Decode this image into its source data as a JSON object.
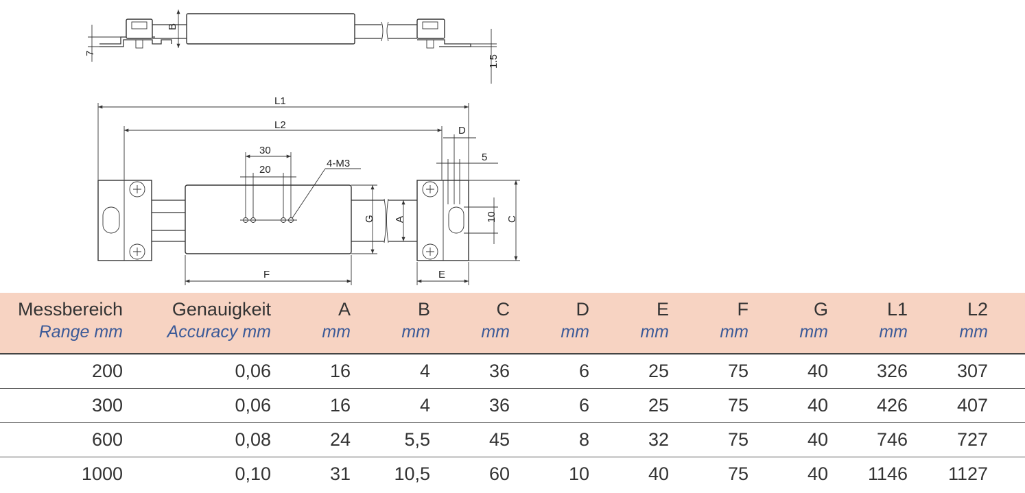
{
  "drawing": {
    "dim_labels": {
      "B": "B",
      "seven": "7",
      "one_five": "1.5",
      "L1": "L1",
      "L2": "L2",
      "D": "D",
      "thirty": "30",
      "twenty": "20",
      "four_m3": "4-M3",
      "five": "5",
      "G": "G",
      "A": "A",
      "ten": "10",
      "C": "C",
      "F": "F",
      "E": "E"
    }
  },
  "table": {
    "columns": [
      {
        "de": "Messbereich",
        "en": "Range mm"
      },
      {
        "de": "Genauigkeit",
        "en": "Accuracy mm"
      },
      {
        "de": "A",
        "en": "mm"
      },
      {
        "de": "B",
        "en": "mm"
      },
      {
        "de": "C",
        "en": "mm"
      },
      {
        "de": "D",
        "en": "mm"
      },
      {
        "de": "E",
        "en": "mm"
      },
      {
        "de": "F",
        "en": "mm"
      },
      {
        "de": "G",
        "en": "mm"
      },
      {
        "de": "L1",
        "en": "mm"
      },
      {
        "de": "L2",
        "en": "mm"
      }
    ],
    "rows": [
      [
        "200",
        "0,06",
        "16",
        "4",
        "36",
        "6",
        "25",
        "75",
        "40",
        "326",
        "307"
      ],
      [
        "300",
        "0,06",
        "16",
        "4",
        "36",
        "6",
        "25",
        "75",
        "40",
        "426",
        "407"
      ],
      [
        "600",
        "0,08",
        "24",
        "5,5",
        "45",
        "8",
        "32",
        "75",
        "40",
        "746",
        "727"
      ],
      [
        "1000",
        "0,10",
        "31",
        "10,5",
        "60",
        "10",
        "40",
        "75",
        "40",
        "1146",
        "1127"
      ]
    ]
  },
  "colors": {
    "header_bg": "#f7d3c2",
    "english_text": "#3b5a98"
  }
}
